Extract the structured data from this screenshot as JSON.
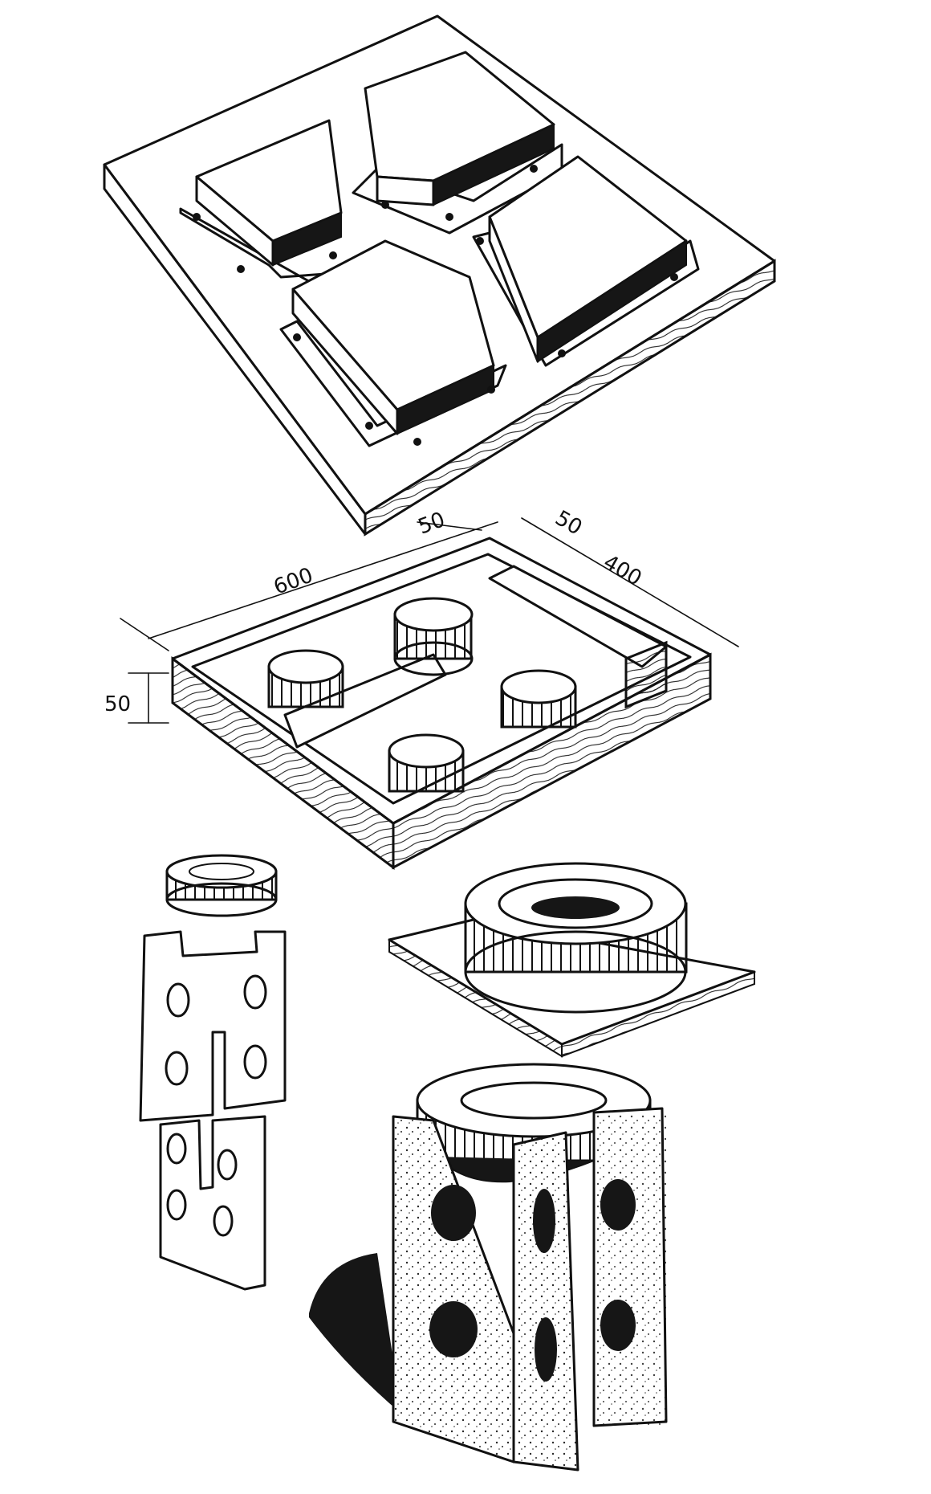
{
  "dimensions": {
    "length": "600",
    "spacing_top": "50",
    "spacing_right": "50",
    "inner_length": "400",
    "height": "50"
  }
}
